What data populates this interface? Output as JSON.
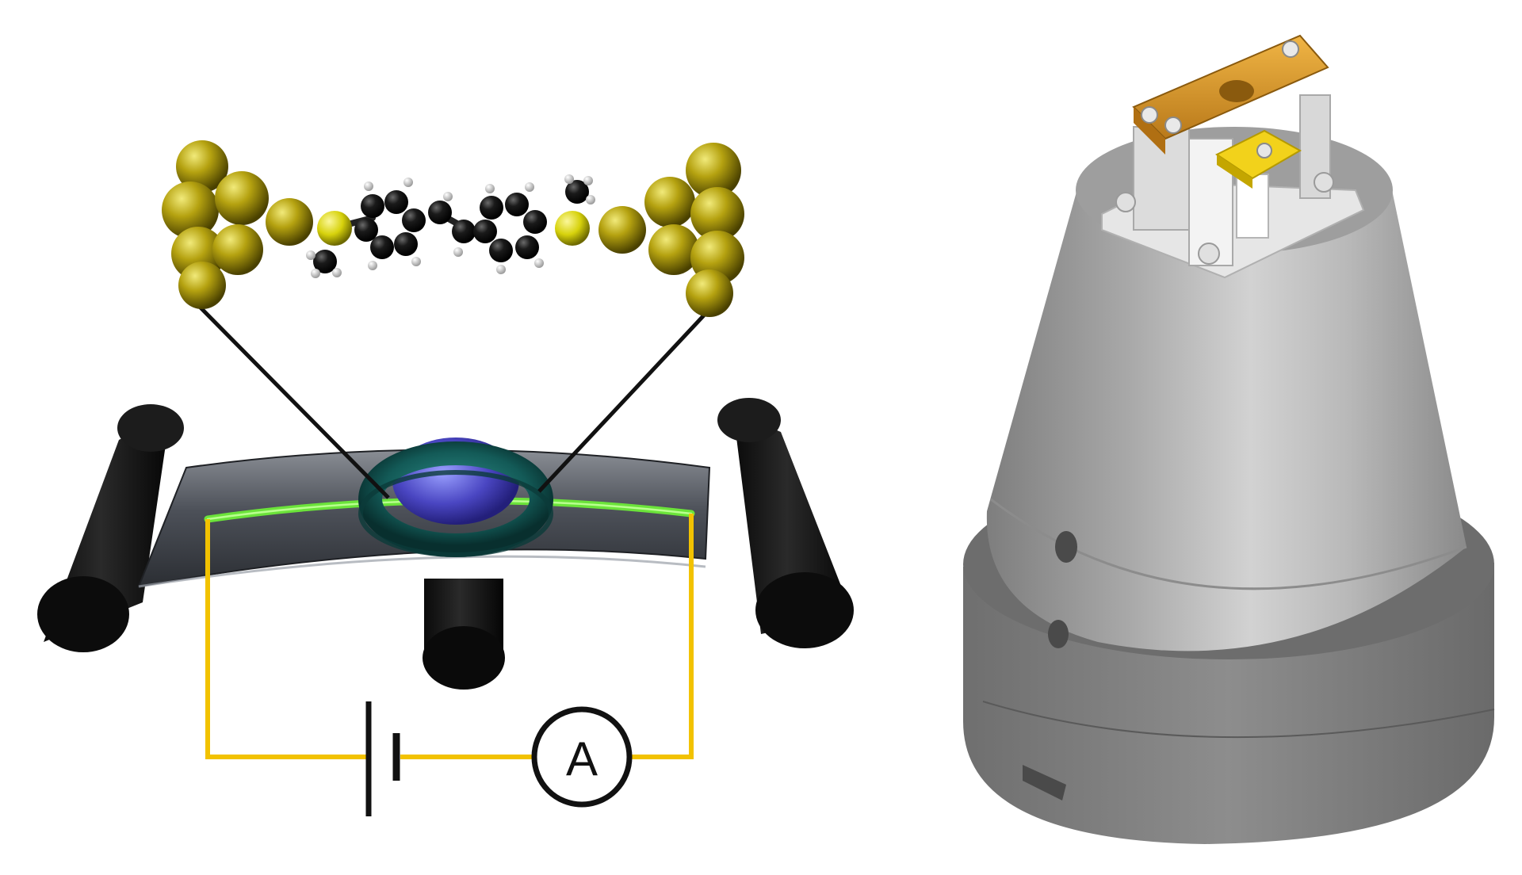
{
  "figure": {
    "panels": [
      "left-schematic",
      "right-cad-render"
    ]
  },
  "schematic": {
    "ammeter_label": "A",
    "atoms_gold_color": "#b4a20a",
    "atoms_sulfur_color": "#d6d20c",
    "atoms_carbon_color": "#111111",
    "atoms_hydrogen_color": "#d9d9d9",
    "wire_color": "#f2c200",
    "glow_color": "#6be33a"
  },
  "device": {
    "body_color": "#9a9a9a",
    "base_color": "#757575",
    "clamp_color": "#d3961f",
    "tip_color": "#f2d21b"
  }
}
